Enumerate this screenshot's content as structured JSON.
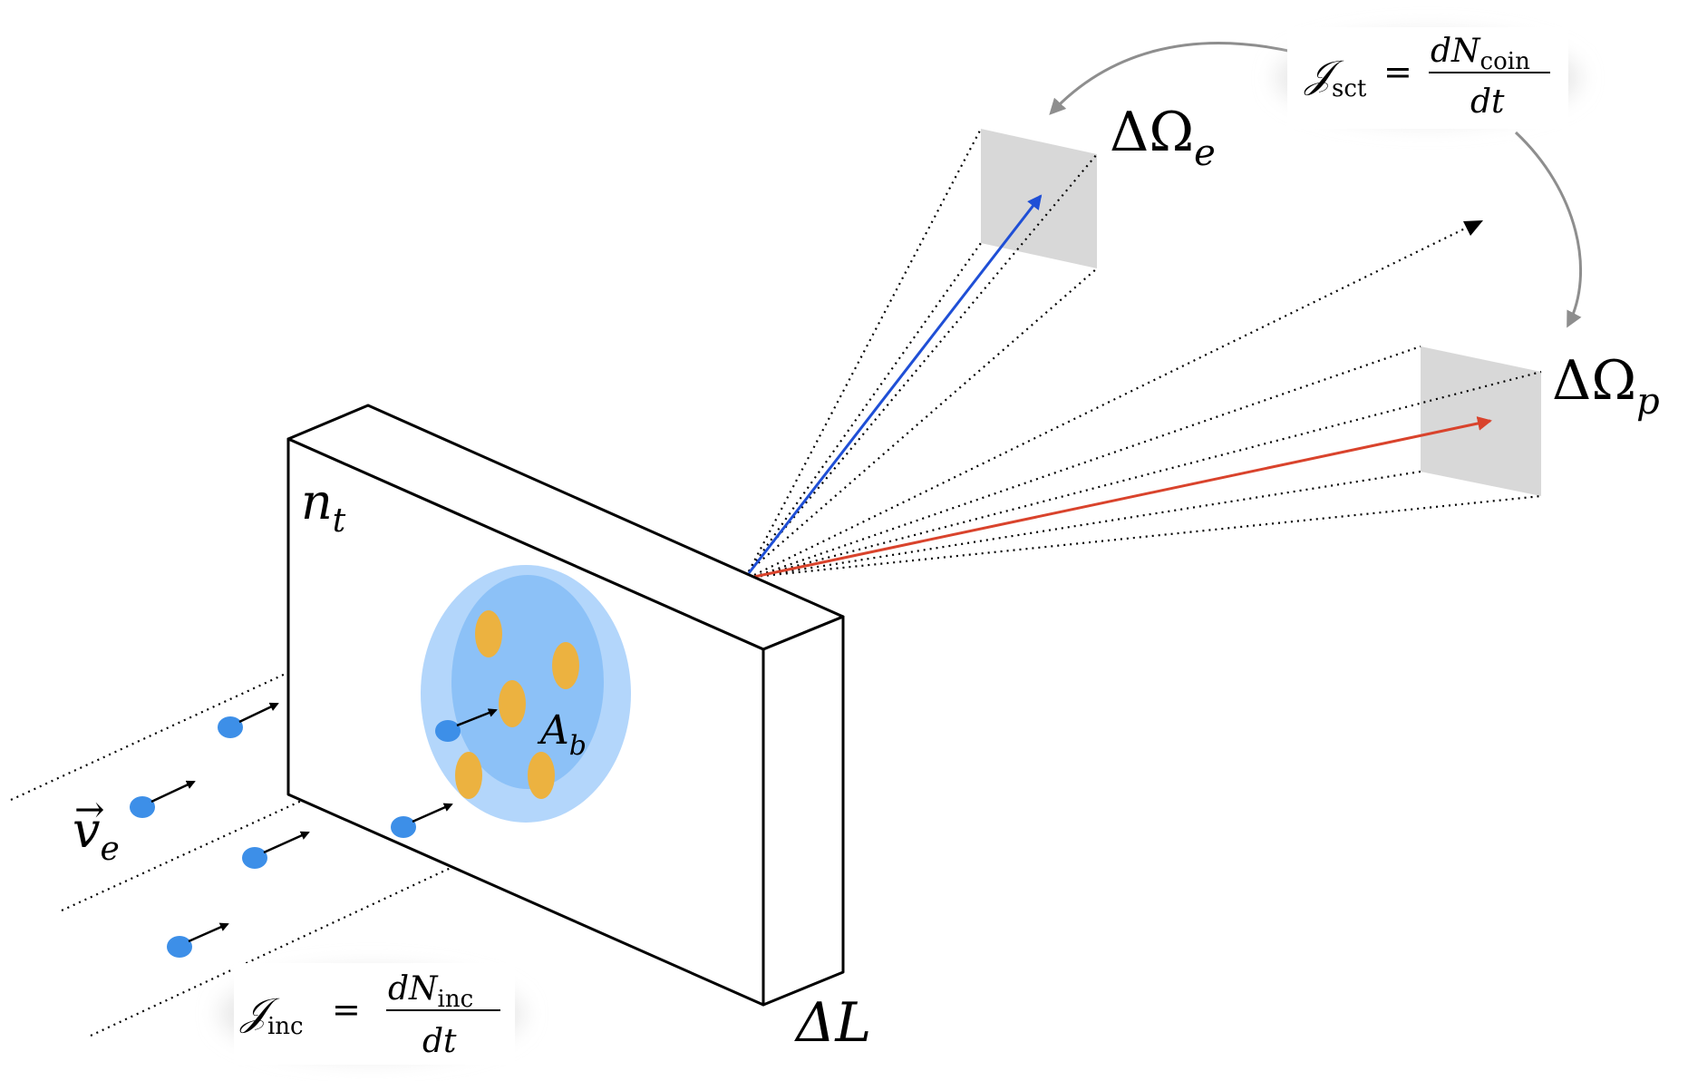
{
  "labels": {
    "target_density": {
      "main": "n",
      "sub": "t"
    },
    "beam_area": {
      "main": "A",
      "sub": "b"
    },
    "electron_velocity": {
      "main": "v",
      "sub": "e",
      "arrow": "→"
    },
    "thickness": {
      "main": "ΔL"
    },
    "solid_angle_e": {
      "main": "ΔΩ",
      "sub": "e"
    },
    "solid_angle_p": {
      "main": "ΔΩ",
      "sub": "p"
    }
  },
  "formulas": {
    "incident": {
      "lhs_symbol": "𝒥",
      "lhs_sub": "inc",
      "equals": "=",
      "num_main": "dN",
      "num_sub": "inc",
      "den": "dt"
    },
    "scattered": {
      "lhs_symbol": "𝒥",
      "lhs_sub": "sct",
      "equals": "=",
      "num_main": "dN",
      "num_sub": "coin",
      "den": "dt"
    }
  },
  "colors": {
    "electron_dot": "#3d8fe8",
    "beam_spot_outer": "#b3d6fb",
    "beam_spot_inner": "#8cc1f7",
    "nucleus": "#ecb240",
    "electron_track": "#1f4fd6",
    "proton_track": "#d9432c",
    "detector": "#d8d8d8",
    "curved_arrow": "#8e8e8e"
  }
}
